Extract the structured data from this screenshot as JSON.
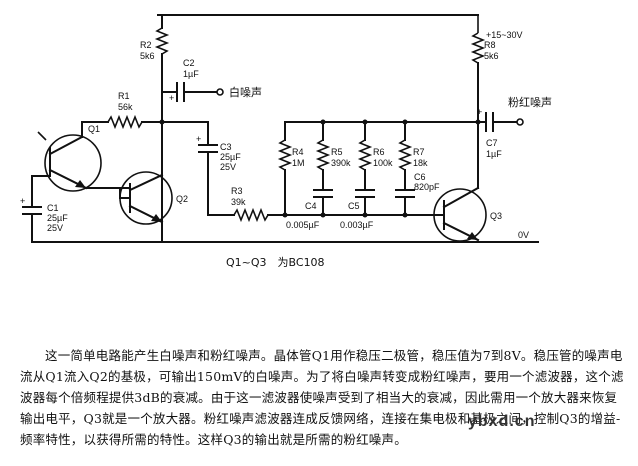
{
  "components": {
    "r1": {
      "name": "R1",
      "value": "56k"
    },
    "r2": {
      "name": "R2",
      "value": "5k6"
    },
    "r3": {
      "name": "R3",
      "value": "39k"
    },
    "r4": {
      "name": "R4",
      "value": "1M"
    },
    "r5": {
      "name": "R5",
      "value": "390k"
    },
    "r6": {
      "name": "R6",
      "value": "100k"
    },
    "r7": {
      "name": "R7",
      "value": "18k"
    },
    "r8": {
      "name": "R8",
      "value": "5k6"
    },
    "c1": {
      "name": "C1",
      "value": "25µF",
      "voltage": "25V"
    },
    "c2": {
      "name": "C2",
      "value": "1µF"
    },
    "c3": {
      "name": "C3",
      "value": "25µF",
      "voltage": "25V"
    },
    "c4": {
      "name": "C4",
      "value": "0.005µF"
    },
    "c5": {
      "name": "C5",
      "value": "0.003µF"
    },
    "c6": {
      "name": "C6",
      "value": "820pF"
    },
    "c7": {
      "name": "C7",
      "value": "1µF"
    },
    "q1": {
      "name": "Q1"
    },
    "q2": {
      "name": "Q2"
    },
    "q3": {
      "name": "Q3"
    }
  },
  "labels": {
    "supply": "+15~30V",
    "ground": "0V",
    "white_noise_out": "白噪声",
    "pink_noise_out": "粉红噪声",
    "transistor_note": "Q1~Q3　为BC108"
  },
  "description": "这一简单电路能产生白噪声和粉红噪声。晶体管Q1用作稳压二极管，稳压值为7到8V。稳压管的噪声电流从Q1流入Q2的基极，可输出150mV的白噪声。为了将白噪声转变成粉红噪声，要用一个滤波器，这个滤波器每个倍频程提供3dB的衰减。由于这一滤波器使噪声受到了相当大的衰减，因此需用一个放大器来恢复输出电平，Q3就是一个放大器。粉红噪声滤波器连成反馈网络，连接在集电极和基极之间，控制Q3的增益-频率特性，以获得所需的特性。这样Q3的输出就是所需的粉红噪声。",
  "watermark": "ybxd.cn"
}
